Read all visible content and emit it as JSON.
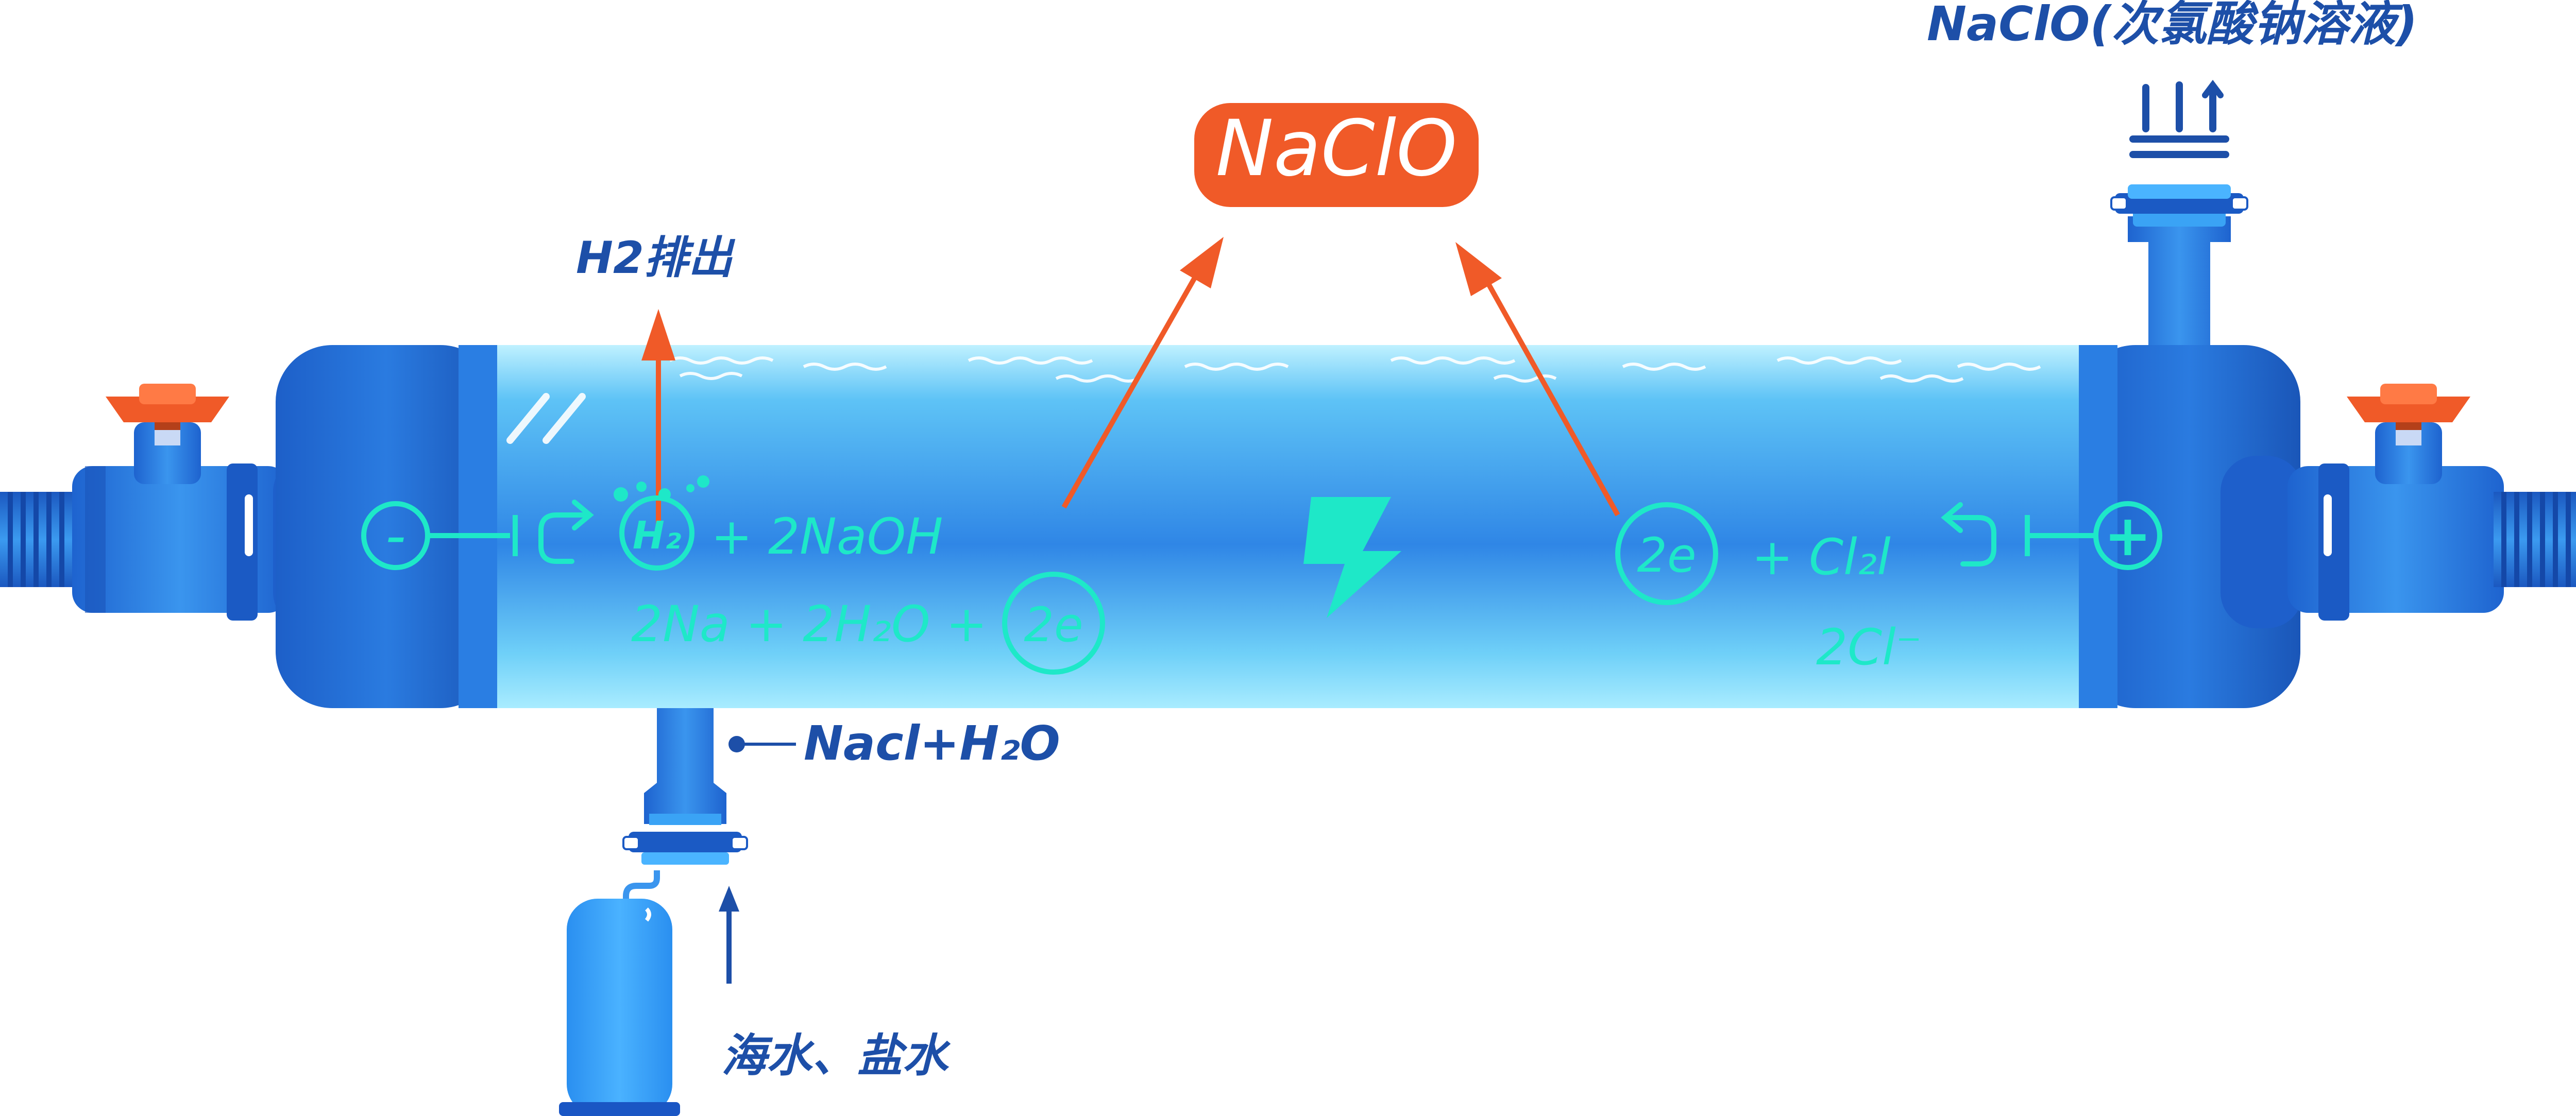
{
  "labels": {
    "product_top_right": "NaClO(次氯酸钠溶液)",
    "product_center": "NaClO",
    "h2_out": "H2排出",
    "inlet_formula": "Nacl+H₂O",
    "inlet_source": "海水、盐水"
  },
  "cathode": {
    "sign": "-",
    "gas": "H₂",
    "product": "+ 2NaOH",
    "reaction": "2Na + 2H₂O +",
    "electrons": "2e"
  },
  "anode": {
    "sign": "+",
    "electrons": "2e",
    "product": "+ Cl₂l",
    "reaction": "2Cl⁻"
  },
  "colors": {
    "accent_orange": "#f05a28",
    "dark_blue": "#1d4fa8",
    "pipe_blue": "#2672d8",
    "light_blue": "#3aa0f0",
    "electrolyte_cyan": "#8fe4ff",
    "reaction_cyan": "#1ee8c8"
  },
  "icons": [
    "lightning-bolt-icon",
    "cycle-arrow-icon",
    "valve-handle-icon",
    "bubbles-icon"
  ]
}
